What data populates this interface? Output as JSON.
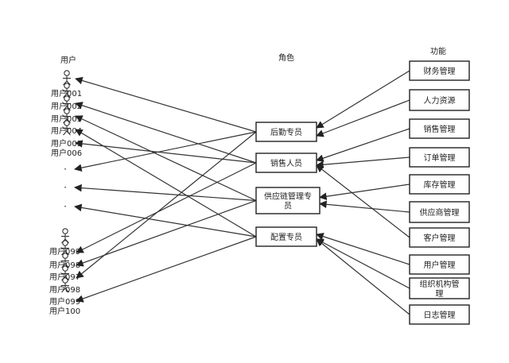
{
  "headers": {
    "users": "用户",
    "roles": "角色",
    "functions": "功能"
  },
  "users_top": [
    "用户001",
    "用户002",
    "用户003",
    "用户004",
    "用户005",
    "用户006"
  ],
  "users_bottom": [
    "用户099",
    "用户098",
    "用户097",
    "用户098",
    "用户099",
    "用户100"
  ],
  "ellipsis": [
    "·",
    "·",
    "·"
  ],
  "roles": [
    {
      "id": "logistics",
      "lines": [
        "后勤专员"
      ]
    },
    {
      "id": "sales",
      "lines": [
        "销售人员"
      ]
    },
    {
      "id": "supply",
      "lines": [
        "供应链管理专",
        "员"
      ]
    },
    {
      "id": "config",
      "lines": [
        "配置专员"
      ]
    }
  ],
  "functions": [
    {
      "id": "finance",
      "lines": [
        "财务管理"
      ]
    },
    {
      "id": "hr",
      "lines": [
        "人力资源"
      ]
    },
    {
      "id": "salesmgmt",
      "lines": [
        "销售管理"
      ]
    },
    {
      "id": "order",
      "lines": [
        "订单管理"
      ]
    },
    {
      "id": "inventory",
      "lines": [
        "库存管理"
      ]
    },
    {
      "id": "supplier",
      "lines": [
        "供应商管理"
      ]
    },
    {
      "id": "customer",
      "lines": [
        "客户管理"
      ]
    },
    {
      "id": "usermgmt",
      "lines": [
        "用户管理"
      ]
    },
    {
      "id": "org",
      "lines": [
        "组织机构管",
        "理"
      ]
    },
    {
      "id": "log",
      "lines": [
        "日志管理"
      ]
    }
  ],
  "function_to_role": [
    {
      "from": "finance",
      "to": "logistics"
    },
    {
      "from": "hr",
      "to": "logistics"
    },
    {
      "from": "salesmgmt",
      "to": "sales"
    },
    {
      "from": "order",
      "to": "sales"
    },
    {
      "from": "inventory",
      "to": "supply"
    },
    {
      "from": "supplier",
      "to": "supply"
    },
    {
      "from": "customer",
      "to": "sales"
    },
    {
      "from": "usermgmt",
      "to": "config"
    },
    {
      "from": "org",
      "to": "config"
    },
    {
      "from": "log",
      "to": "config"
    }
  ],
  "role_to_user": [
    {
      "from": "logistics",
      "to": "top:0"
    },
    {
      "from": "logistics",
      "to": "dot:0"
    },
    {
      "from": "logistics",
      "to": "bottom:2"
    },
    {
      "from": "sales",
      "to": "top:1"
    },
    {
      "from": "sales",
      "to": "top:4"
    },
    {
      "from": "sales",
      "to": "bottom:0"
    },
    {
      "from": "supply",
      "to": "top:2"
    },
    {
      "from": "supply",
      "to": "dot:1"
    },
    {
      "from": "supply",
      "to": "bottom:1"
    },
    {
      "from": "config",
      "to": "top:3"
    },
    {
      "from": "config",
      "to": "dot:2"
    },
    {
      "from": "config",
      "to": "bottom:4"
    }
  ]
}
